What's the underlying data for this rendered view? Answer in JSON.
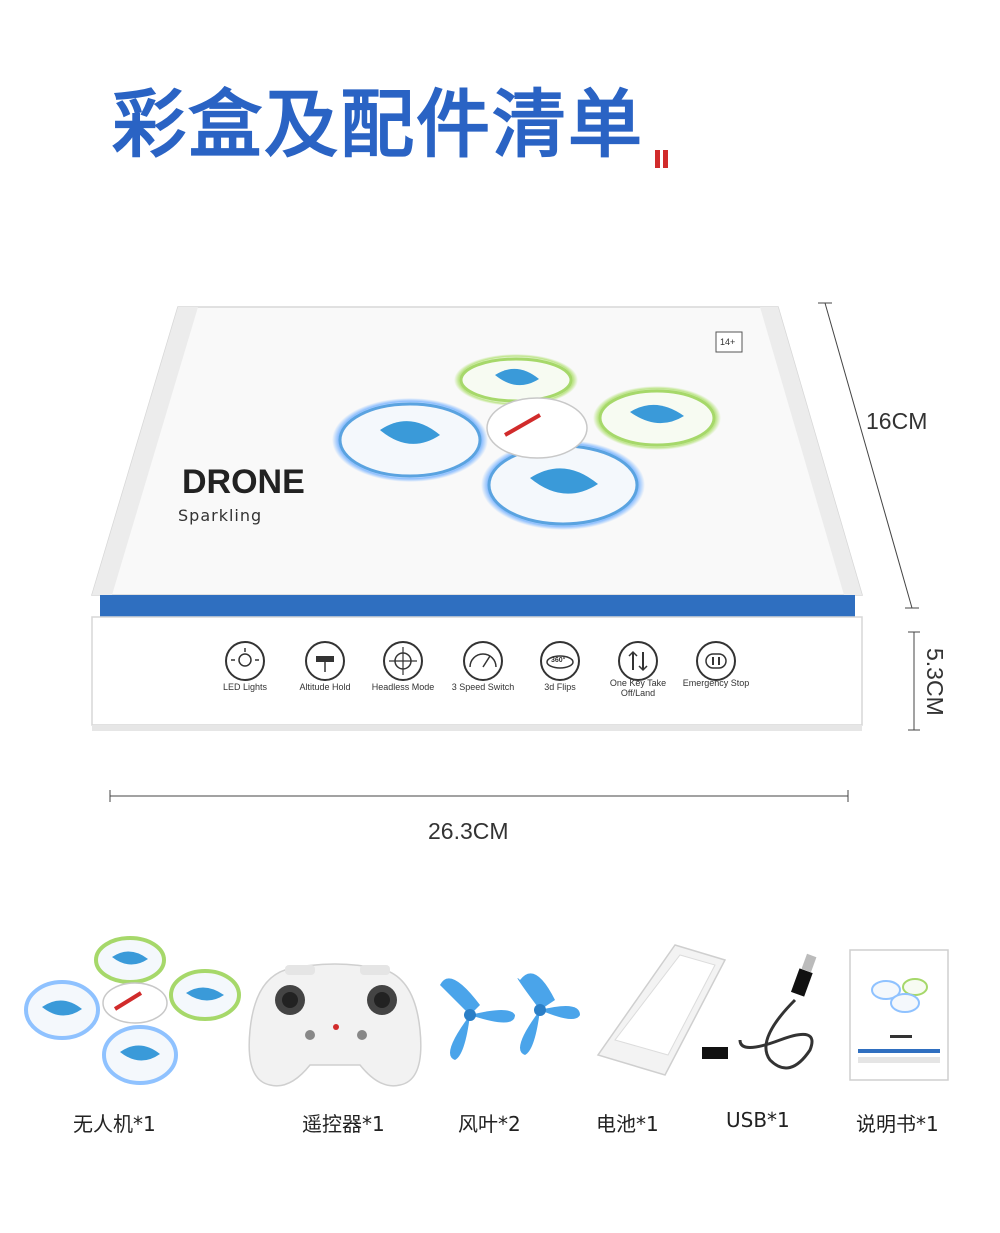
{
  "title": "彩盒及配件清单",
  "box": {
    "brand": "DRONE",
    "tagline": "Sparkling",
    "age_badge": "14+",
    "features": [
      {
        "label": "LED Lights",
        "icon": "bulb-icon"
      },
      {
        "label": "Altitude Hold",
        "icon": "altitude-hold-icon"
      },
      {
        "label": "Headless Mode",
        "icon": "headless-mode-icon"
      },
      {
        "label": "3 Speed Switch",
        "icon": "speedometer-icon"
      },
      {
        "label": "3d Flips",
        "icon": "flip-360-icon"
      },
      {
        "label": "One Key Take Off/Land",
        "icon": "takeoff-land-icon"
      },
      {
        "label": "Emergency Stop",
        "icon": "emergency-stop-icon"
      }
    ],
    "box_mini_text": "360°"
  },
  "dimensions": {
    "width": "26.3CM",
    "depth": "16CM",
    "height": "5.3CM"
  },
  "items": [
    {
      "label": "无人机*1"
    },
    {
      "label": "遥控器*1"
    },
    {
      "label": "风叶*2"
    },
    {
      "label": "电池*1"
    },
    {
      "label": "USB*1"
    },
    {
      "label": "说明书*1"
    }
  ],
  "colors": {
    "title_blue": "#2a63c4",
    "box_stripe": "#2f6fc0",
    "accent_red": "#d12b2b",
    "drone_blue": "#3a9ad9",
    "ring_green": "#a6d86a"
  }
}
